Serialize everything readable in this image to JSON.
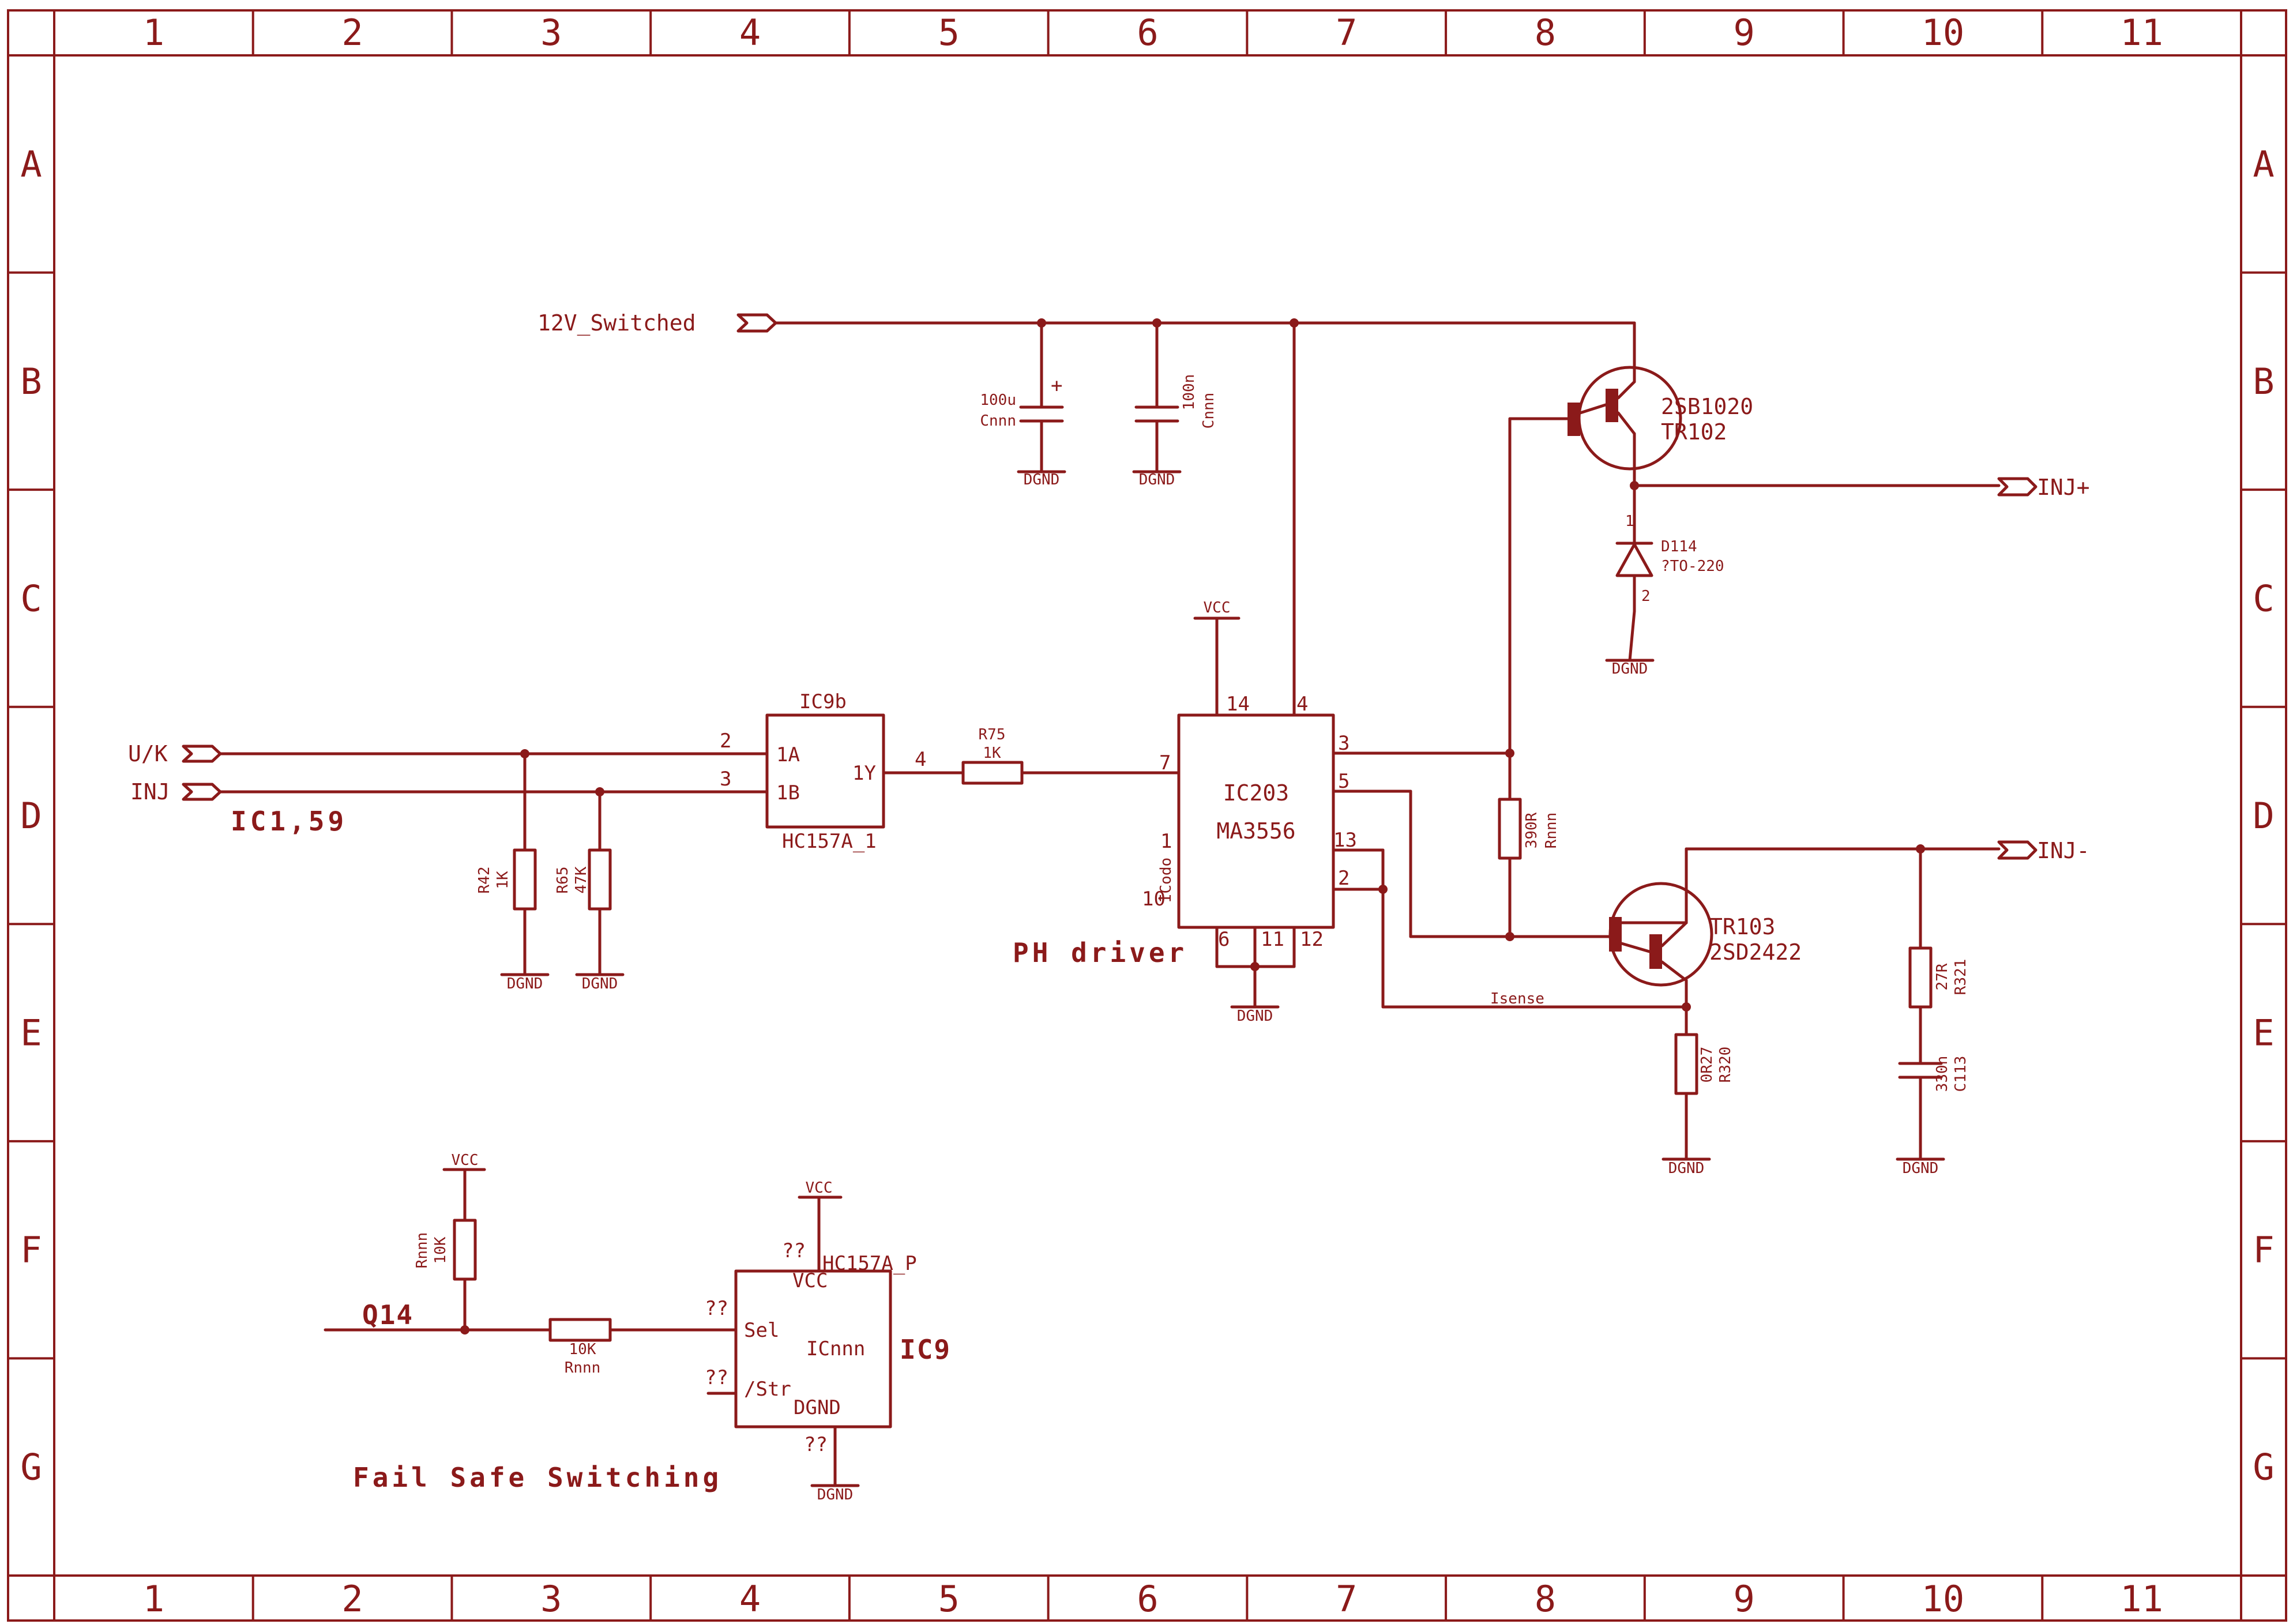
{
  "frame": {
    "cols": [
      "1",
      "2",
      "3",
      "4",
      "5",
      "6",
      "7",
      "8",
      "9",
      "10",
      "11"
    ],
    "rows": [
      "A",
      "B",
      "C",
      "D",
      "E",
      "F",
      "G"
    ]
  },
  "nets": {
    "v12": "12V_Switched",
    "uk": "U/K",
    "inj": "INJ",
    "injp": "INJ+",
    "injm": "INJ-",
    "isense": "Isense",
    "q14": "Q14"
  },
  "titles": {
    "ic159": "IC1,59",
    "ph": "PH driver",
    "failsafe": "Fail Safe Switching"
  },
  "c_100u": {
    "value": "100u",
    "name": "Cnnn"
  },
  "c_100n": {
    "value": "100n",
    "name": "Cnnn"
  },
  "tr102": {
    "part": "2SB1020",
    "name": "TR102"
  },
  "d114": {
    "name": "D114",
    "pkg": "?TO-220",
    "pin1": "1",
    "pin2": "2"
  },
  "ic9b": {
    "name": "IC9b",
    "part": "HC157A_1",
    "a": "1A",
    "b": "1B",
    "y": "1Y",
    "pa": "2",
    "pb": "3",
    "py": "4"
  },
  "r75": {
    "name": "R75",
    "value": "1K"
  },
  "r42": {
    "name": "R42",
    "value": "1K"
  },
  "r65": {
    "name": "R65",
    "value": "47K"
  },
  "ic203": {
    "name": "IC203",
    "part": "MA3556",
    "p14": "14",
    "p4": "4",
    "p7": "7",
    "p3": "3",
    "p5": "5",
    "p13": "13",
    "p2": "2",
    "p1": "1",
    "p10": "10",
    "p6": "6",
    "p11": "11",
    "p12": "12",
    "tiny": "ICodo"
  },
  "r390": {
    "value": "390R",
    "name": "Rnnn"
  },
  "tr103": {
    "name": "TR103",
    "part": "2SD2422"
  },
  "r321": {
    "value": "27R",
    "name": "R321"
  },
  "c113": {
    "value": "330n",
    "name": "C113"
  },
  "r320": {
    "value": "0R27",
    "name": "R320"
  },
  "r10k_v": {
    "name": "Rnnn",
    "value": "10K"
  },
  "r10k_h": {
    "value": "10K",
    "name": "Rnnn"
  },
  "ic9": {
    "ref": "IC9",
    "part": "HC157A_P",
    "vcc": "VCC",
    "sel": "Sel",
    "str": "/Str",
    "icnnn": "ICnnn",
    "dgnd": "DGND",
    "qq": "??"
  },
  "power": {
    "vcc": "VCC",
    "dgnd": "DGND"
  }
}
